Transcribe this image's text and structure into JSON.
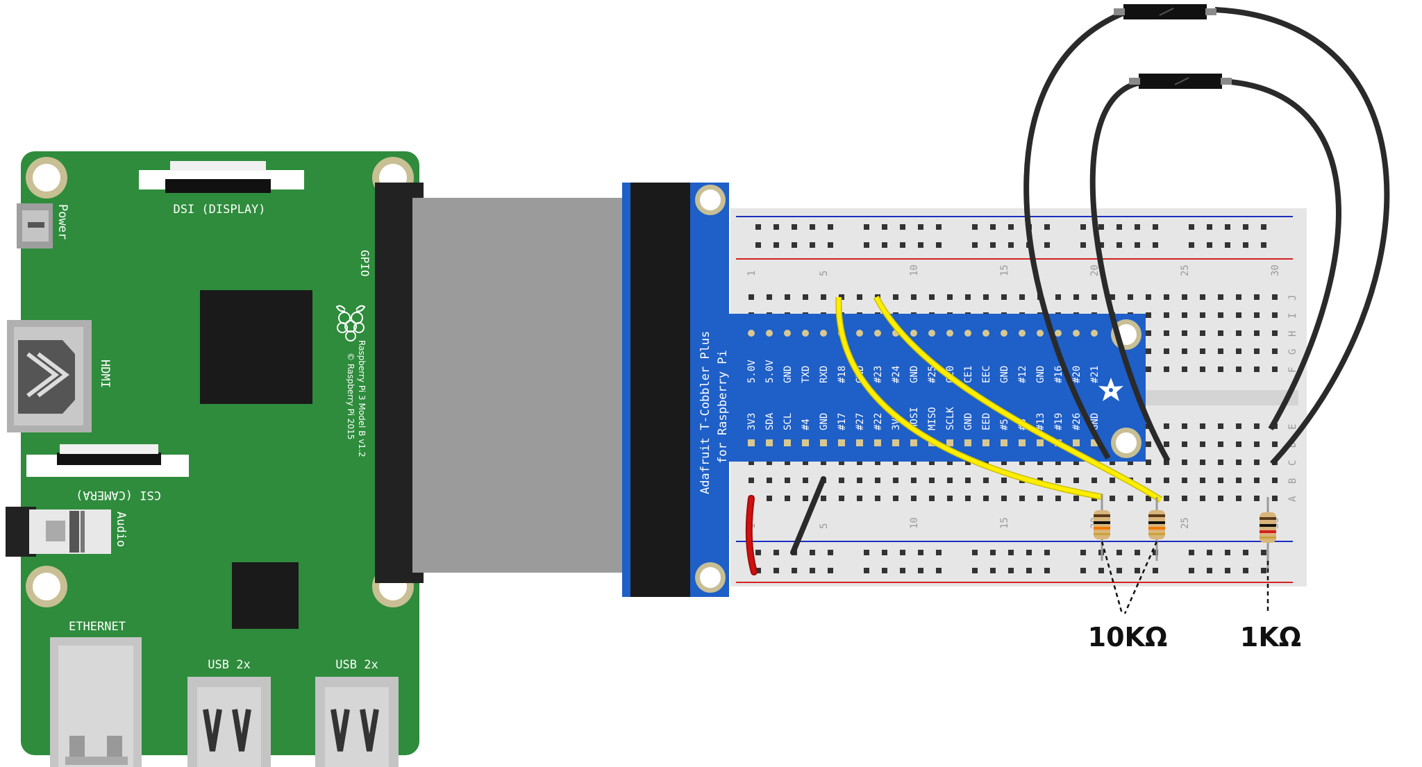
{
  "raspberry_pi": {
    "labels": {
      "power": "Power",
      "dsi": "DSI (DISPLAY)",
      "hdmi": "HDMI",
      "csi": "CSI (CAMERA)",
      "audio": "Audio",
      "ethernet": "ETHERNET",
      "usb_a": "USB 2x",
      "usb_b": "USB 2x",
      "gpio": "GPIO"
    },
    "model_text": "Raspberry Pi 3 Model B v1.2",
    "copyright_text": "© Raspberry Pi 2015"
  },
  "cobbler": {
    "title_line1": "Adafruit T-Cobbler Plus",
    "title_line2": "for Raspberry Pi",
    "top_row_pins": [
      "5.0V",
      "5.0V",
      "GND",
      "TXD",
      "RXD",
      "#18",
      "GND",
      "#23",
      "#24",
      "GND",
      "#25",
      "CE0",
      "CE1",
      "EEC",
      "GND",
      "#12",
      "GND",
      "#16",
      "#20",
      "#21"
    ],
    "bottom_row_pins": [
      "3V3",
      "SDA",
      "SCL",
      "#4",
      "GND",
      "#17",
      "#27",
      "#22",
      "3V3",
      "MOSI",
      "MISO",
      "SCLK",
      "GND",
      "EED",
      "#5",
      "#6",
      "#13",
      "#19",
      "#26",
      "GND"
    ]
  },
  "breadboard": {
    "top_numbers": [
      "1",
      "5",
      "10",
      "15",
      "20",
      "25",
      "30"
    ],
    "bottom_numbers": [
      "1",
      "5",
      "10",
      "15",
      "20",
      "25",
      "30"
    ],
    "top_rows": [
      "J",
      "I",
      "H",
      "G",
      "F"
    ],
    "bottom_rows": [
      "E",
      "D",
      "C",
      "B",
      "A"
    ]
  },
  "resistors": {
    "label_10k": "10KΩ",
    "label_1k": "1KΩ"
  },
  "colors": {
    "pi_green": "#2e8c3c",
    "cobbler_blue": "#1e5fc8",
    "wire_yellow": "#ffee00",
    "wire_black": "#2a2a2a",
    "wire_red": "#d01010",
    "rail_red": "#d42020",
    "rail_blue": "#1a2ec0"
  }
}
